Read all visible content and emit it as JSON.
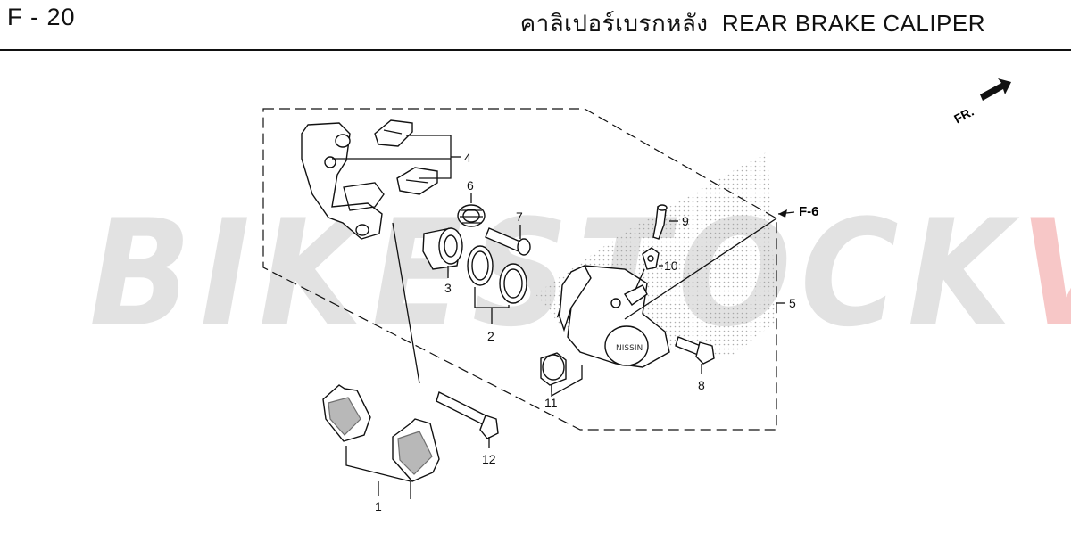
{
  "header": {
    "page_code": "F - 20",
    "title": "คาลิเปอร์เบรกหลัง  REAR BRAKE CALIPER"
  },
  "watermark": {
    "part_a": "BIKESTOCK",
    "part_b": "VN",
    "color_a": "#9a9a9a",
    "color_b": "#e44646"
  },
  "diagram": {
    "front_indicator": "FR.",
    "reference": "F-6",
    "callouts": [
      "1",
      "2",
      "3",
      "4",
      "5",
      "6",
      "7",
      "8",
      "9",
      "10",
      "11",
      "12"
    ]
  }
}
